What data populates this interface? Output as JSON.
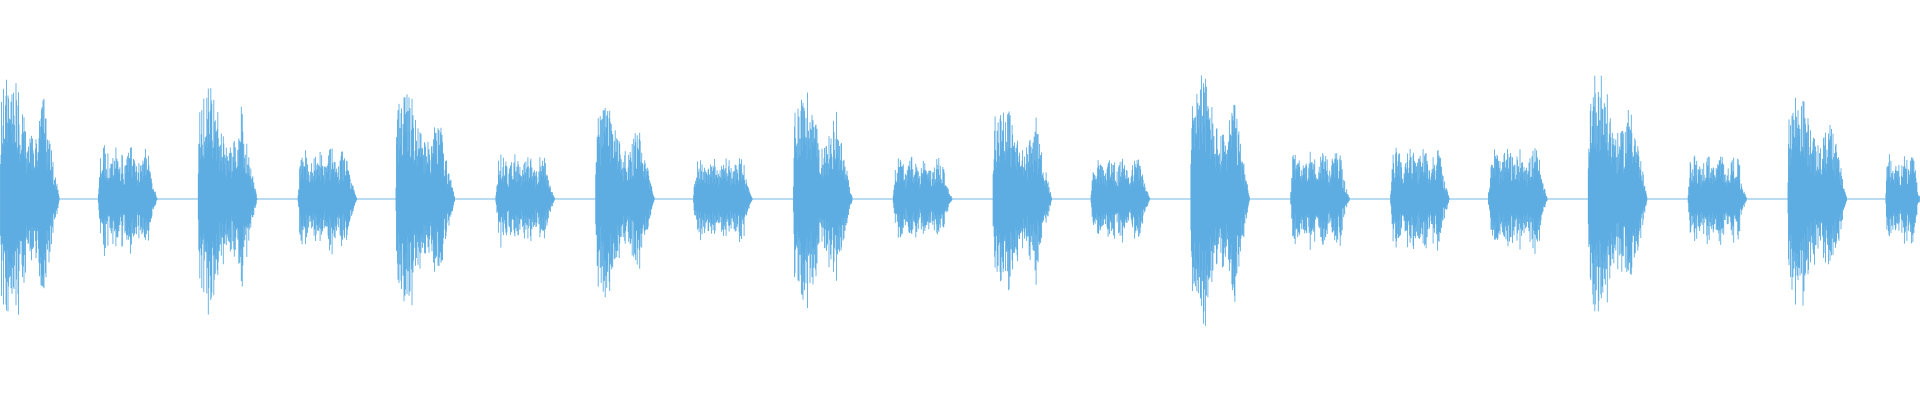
{
  "waveform": {
    "color": "#5dade2",
    "background": "#ffffff",
    "blocks": [
      {
        "start": 0.0,
        "end": 0.031,
        "peak": 0.72,
        "kind": "loud"
      },
      {
        "start": 0.051,
        "end": 0.082,
        "peak": 0.3,
        "kind": "soft"
      },
      {
        "start": 0.103,
        "end": 0.134,
        "peak": 0.63,
        "kind": "loud"
      },
      {
        "start": 0.155,
        "end": 0.186,
        "peak": 0.29,
        "kind": "soft"
      },
      {
        "start": 0.206,
        "end": 0.237,
        "peak": 0.63,
        "kind": "loud"
      },
      {
        "start": 0.258,
        "end": 0.289,
        "peak": 0.25,
        "kind": "soft"
      },
      {
        "start": 0.31,
        "end": 0.341,
        "peak": 0.53,
        "kind": "loud"
      },
      {
        "start": 0.361,
        "end": 0.392,
        "peak": 0.24,
        "kind": "soft"
      },
      {
        "start": 0.413,
        "end": 0.444,
        "peak": 0.63,
        "kind": "loud"
      },
      {
        "start": 0.465,
        "end": 0.496,
        "peak": 0.24,
        "kind": "soft"
      },
      {
        "start": 0.517,
        "end": 0.548,
        "peak": 0.56,
        "kind": "loud"
      },
      {
        "start": 0.568,
        "end": 0.599,
        "peak": 0.24,
        "kind": "soft"
      },
      {
        "start": 0.62,
        "end": 0.651,
        "peak": 0.73,
        "kind": "loud"
      },
      {
        "start": 0.672,
        "end": 0.703,
        "peak": 0.28,
        "kind": "soft"
      },
      {
        "start": 0.724,
        "end": 0.755,
        "peak": 0.29,
        "kind": "soft"
      },
      {
        "start": 0.775,
        "end": 0.806,
        "peak": 0.29,
        "kind": "soft"
      },
      {
        "start": 0.827,
        "end": 0.858,
        "peak": 0.73,
        "kind": "loud"
      },
      {
        "start": 0.879,
        "end": 0.91,
        "peak": 0.25,
        "kind": "soft"
      },
      {
        "start": 0.931,
        "end": 0.962,
        "peak": 0.61,
        "kind": "loud"
      },
      {
        "start": 0.982,
        "end": 1.0,
        "peak": 0.25,
        "kind": "soft"
      }
    ]
  }
}
